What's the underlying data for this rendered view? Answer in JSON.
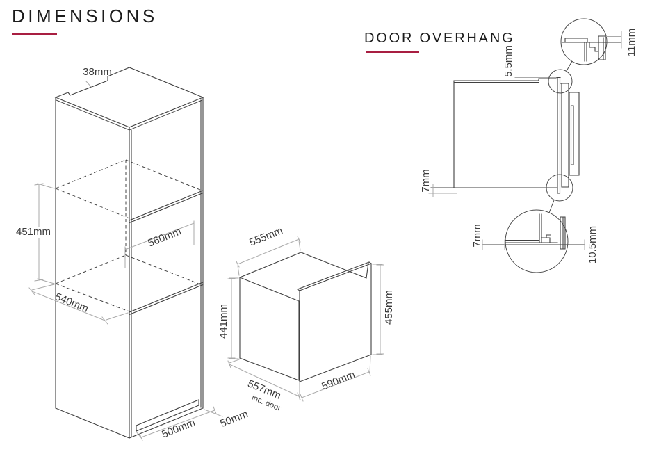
{
  "accent_color": "#a81e41",
  "section_dimensions": {
    "title": "DIMENSIONS"
  },
  "section_door_overhang": {
    "title": "DOOR OVERHANG"
  },
  "cabinet": {
    "top_rail_width": "38mm",
    "aperture_height": "451mm",
    "aperture_depth": "560mm",
    "base_depth": "540mm",
    "plinth_width": "500mm",
    "plinth_recess": "50mm"
  },
  "oven": {
    "top_depth": "555mm",
    "body_height": "441mm",
    "front_height": "455mm",
    "depth_inc_door": "557mm",
    "depth_note": "inc. door",
    "front_width": "590mm"
  },
  "door_overhang": {
    "top_gap": "5.5mm",
    "top_detail_offset": "11mm",
    "bottom_gap": "7mm",
    "bottom_detail_left": "7mm",
    "bottom_detail_right": "10.5mm"
  }
}
